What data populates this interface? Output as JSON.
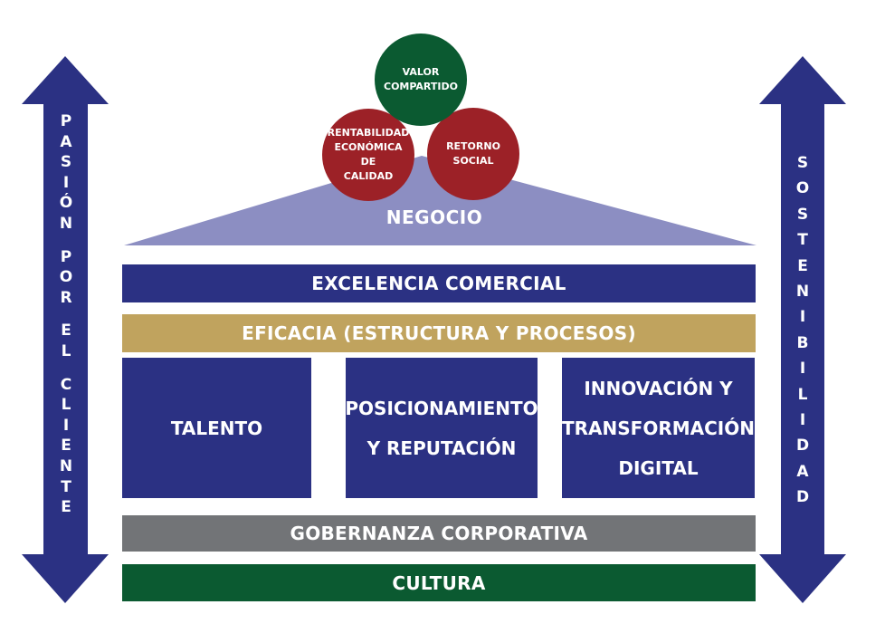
{
  "left_arrow": {
    "text": "PASIÓN POR EL CLIENTE",
    "color": "#2b3183"
  },
  "right_arrow": {
    "text": "SOSTENIBILIDAD",
    "color": "#2b3183"
  },
  "roof": {
    "label": "NEGOCIO",
    "color": "#8c8ec2"
  },
  "circles": {
    "valor": {
      "line1": "VALOR",
      "line2": "COMPARTIDO",
      "color": "#0b5a31"
    },
    "rentabilidad": {
      "line1": "RENTABILIDAD",
      "line2": "ECONÓMICA DE",
      "line3": "CALIDAD",
      "color": "#9c2127"
    },
    "retorno": {
      "line1": "RETORNO",
      "line2": "SOCIAL",
      "color": "#9c2127"
    }
  },
  "bars": {
    "excelencia": "EXCELENCIA COMERCIAL",
    "eficacia": "EFICACIA (ESTRUCTURA Y PROCESOS)",
    "gobernanza": "GOBERNANZA CORPORATIVA",
    "cultura": "CULTURA"
  },
  "pillars": {
    "talento": {
      "line1": "TALENTO"
    },
    "posicionamiento": {
      "line1": "POSICIONAMIENTO",
      "line2": "Y REPUTACIÓN"
    },
    "innovacion": {
      "line1": "INNOVACIÓN Y",
      "line2": "TRANSFORMACIÓN",
      "line3": "DIGITAL"
    }
  }
}
